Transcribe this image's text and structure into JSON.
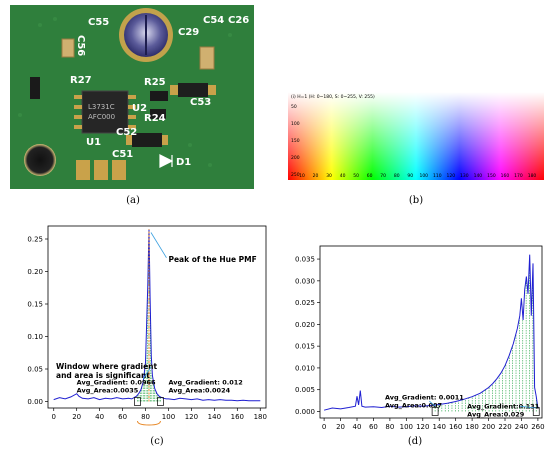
{
  "captions": {
    "a": "(a)",
    "b": "(b)",
    "c": "(c)",
    "d": "(d)"
  },
  "pcb": {
    "labels": [
      "C55",
      "C54",
      "C26",
      "C29",
      "R27",
      "R25",
      "C53",
      "U2",
      "R24",
      "C52",
      "U1",
      "C51",
      "D1",
      "C56"
    ],
    "chip_text": [
      "L3731C",
      "AFC000"
    ],
    "colors": {
      "board": "#2f7f3c",
      "board_dark": "#23622c",
      "pad": "#c9a24a",
      "silk": "#ffffff"
    }
  },
  "hsv": {
    "title": "(i) H=1 (H: 0~180, S: 0~255, V: 255)",
    "y_ticks": [
      "50",
      "100",
      "150",
      "200",
      "250"
    ],
    "x_ticks": [
      "10",
      "20",
      "30",
      "40",
      "50",
      "60",
      "70",
      "80",
      "90",
      "100",
      "110",
      "120",
      "130",
      "140",
      "150",
      "160",
      "170",
      "180"
    ]
  },
  "chart_data": [
    {
      "type": "line",
      "title": "",
      "xlabel": "",
      "ylabel": "",
      "xlim": [
        -5,
        185
      ],
      "ylim": [
        -0.01,
        0.27
      ],
      "x_ticks": [
        0,
        20,
        40,
        60,
        80,
        100,
        120,
        140,
        160,
        180
      ],
      "y_ticks": [
        0.0,
        0.05,
        0.1,
        0.15,
        0.2,
        0.25
      ],
      "y_tick_labels": [
        "0.00",
        "0.05",
        "0.10",
        "0.15",
        "0.20",
        "0.25"
      ],
      "x": [
        0,
        5,
        10,
        15,
        20,
        22,
        25,
        30,
        35,
        40,
        45,
        50,
        55,
        60,
        65,
        68,
        70,
        72,
        74,
        76,
        78,
        80,
        82,
        83,
        84,
        85,
        86,
        88,
        90,
        92,
        94,
        96,
        98,
        100,
        105,
        110,
        115,
        120,
        125,
        130,
        135,
        140,
        145,
        150,
        155,
        160,
        165,
        170,
        175,
        180
      ],
      "y": [
        0.003,
        0.006,
        0.004,
        0.007,
        0.012,
        0.008,
        0.005,
        0.004,
        0.006,
        0.003,
        0.005,
        0.004,
        0.006,
        0.004,
        0.005,
        0.004,
        0.006,
        0.008,
        0.012,
        0.018,
        0.03,
        0.06,
        0.18,
        0.265,
        0.16,
        0.07,
        0.04,
        0.02,
        0.012,
        0.008,
        0.006,
        0.005,
        0.004,
        0.004,
        0.003,
        0.005,
        0.004,
        0.003,
        0.004,
        0.002,
        0.003,
        0.002,
        0.003,
        0.002,
        0.002,
        0.001,
        0.002,
        0.001,
        0.001,
        0.001
      ],
      "series_color": "#1f1fd1",
      "peak_x": 83,
      "window": [
        73,
        93
      ],
      "annotations": [
        {
          "text": "Peak of the Hue PMF",
          "x": 100,
          "y": 0.215
        },
        {
          "text": "Window where gradient\nand area is significant",
          "x": 2,
          "y": 0.05
        },
        {
          "text": "Avg_Gradient: 0.0966\nAvg_Area:0.0035",
          "x": 20,
          "y": 0.008
        },
        {
          "text": "Avg_Gradient: 0.012\nAvg_Area:0.0024",
          "x": 100,
          "y": 0.008
        }
      ]
    },
    {
      "type": "line",
      "title": "",
      "xlabel": "",
      "ylabel": "",
      "xlim": [
        -5,
        265
      ],
      "ylim": [
        -0.0015,
        0.038
      ],
      "x_ticks": [
        0,
        20,
        40,
        60,
        80,
        100,
        120,
        140,
        160,
        180,
        200,
        220,
        240,
        260
      ],
      "y_ticks": [
        0.0,
        0.005,
        0.01,
        0.015,
        0.02,
        0.025,
        0.03,
        0.035
      ],
      "y_tick_labels": [
        "0.000",
        "0.005",
        "0.010",
        "0.015",
        "0.020",
        "0.025",
        "0.030",
        "0.035"
      ],
      "x": [
        0,
        10,
        20,
        30,
        38,
        40,
        42,
        44,
        46,
        50,
        60,
        70,
        80,
        90,
        100,
        110,
        120,
        130,
        140,
        150,
        160,
        170,
        180,
        190,
        200,
        205,
        210,
        215,
        220,
        225,
        230,
        235,
        238,
        240,
        242,
        244,
        246,
        248,
        250,
        252,
        254,
        256,
        258,
        260
      ],
      "y": [
        0.0003,
        0.0008,
        0.0006,
        0.0009,
        0.0012,
        0.0035,
        0.0015,
        0.0048,
        0.0012,
        0.001,
        0.0011,
        0.0009,
        0.0012,
        0.001,
        0.0011,
        0.0013,
        0.0012,
        0.0014,
        0.0016,
        0.0019,
        0.0023,
        0.0028,
        0.0034,
        0.0042,
        0.0055,
        0.0064,
        0.0075,
        0.0088,
        0.0105,
        0.0128,
        0.0155,
        0.019,
        0.022,
        0.026,
        0.021,
        0.028,
        0.031,
        0.027,
        0.036,
        0.022,
        0.034,
        0.0055,
        0.0035,
        0.0008
      ],
      "series_color": "#1f1fd1",
      "window": [
        135,
        258
      ],
      "annotations": [
        {
          "text": "Avg_Gradient: 0.0011\nAvg_Area:0.007",
          "x": 74,
          "y": 0.0028
        },
        {
          "text": "Avg_Gradient:0.131\nAvg_Area:0.029",
          "x": 174,
          "y": 0.0007
        }
      ]
    }
  ]
}
